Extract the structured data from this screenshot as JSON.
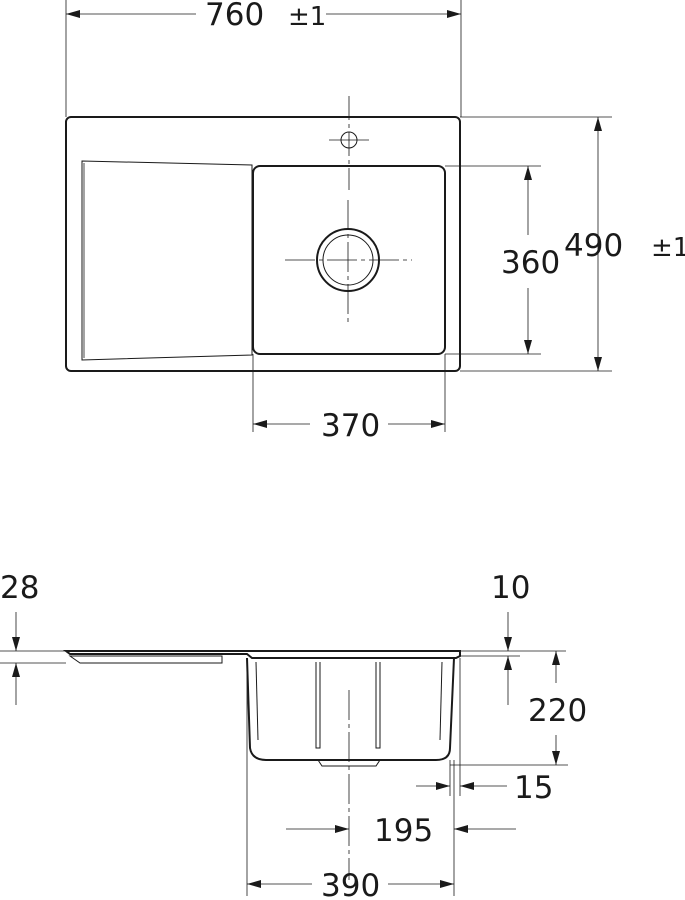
{
  "top_view": {
    "width_label": "760",
    "width_tolerance": "±1",
    "height_label": "490",
    "height_tolerance": "±1",
    "bowl_height_label": "360",
    "bowl_width_label": "370"
  },
  "side_view": {
    "thickness_label": "28",
    "rim_label": "10",
    "depth_label": "220",
    "wall_offset_label": "15",
    "drain_offset_label": "195",
    "bowl_width_label": "390"
  }
}
